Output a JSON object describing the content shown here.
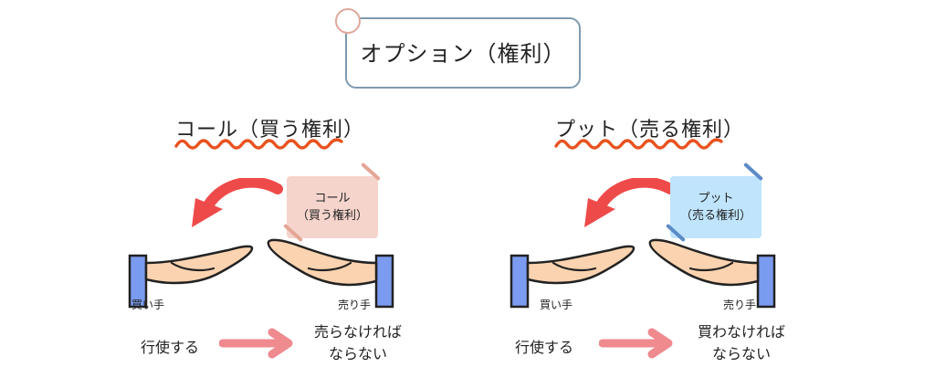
{
  "title": "オプション（権利）",
  "colors": {
    "title_border": "#7d9ab0",
    "circle": "#e0a79a",
    "squiggle": "#e8521e",
    "curved_arrow": "#ef4a4a",
    "straight_arrow": "#ef8a8f",
    "call_note": "#f5d4cc",
    "put_note": "#bfe4fb",
    "hand_skin": "#fbd3b0",
    "cuff": "#7a9bf0"
  },
  "panels": [
    {
      "heading": "コール（買う権利）",
      "note_line1": "コール",
      "note_line2": "（買う権利）",
      "buyer": "買い手",
      "seller": "売り手",
      "action": "行使する",
      "obligation_line1": "売らなければ",
      "obligation_line2": "ならない"
    },
    {
      "heading": "プット（売る権利）",
      "note_line1": "プット",
      "note_line2": "（売る権利）",
      "buyer": "買い手",
      "seller": "売り手",
      "action": "行使する",
      "obligation_line1": "買わなければ",
      "obligation_line2": "ならない"
    }
  ]
}
